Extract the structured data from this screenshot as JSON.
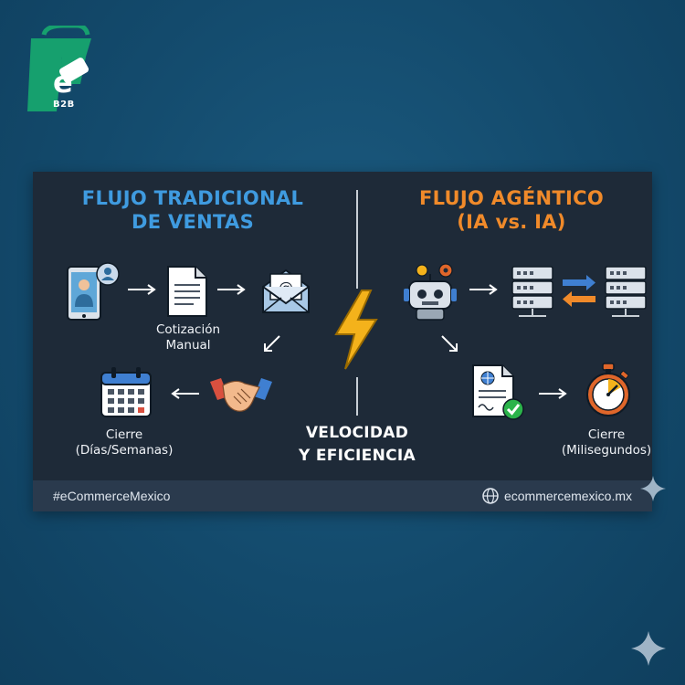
{
  "logo": {
    "letter": "e",
    "sub": "B2B"
  },
  "diagram": {
    "left_title": "FLUJO TRADICIONAL\nDE VENTAS",
    "right_title": "FLUJO AGÉNTICO\n(IA vs. IA)",
    "center_text": "VELOCIDAD\nY EFICIENCIA",
    "traditional_labels": {
      "quote": "Cotización\nManual",
      "close": "Cierre\n(Días/Semanas)"
    },
    "agentic_labels": {
      "close": "Cierre\n(Milisegundos)"
    },
    "icons": [
      "phone-person-icon",
      "document-icon",
      "email-icon",
      "handshake-icon",
      "calendar-icon",
      "lightning-icon",
      "robot-icon",
      "server-icon",
      "exchange-arrows-icon",
      "contract-check-icon",
      "stopwatch-icon"
    ]
  },
  "footer": {
    "hashtag": "#eCommerceMexico",
    "url": "ecommercemexico.mx"
  },
  "colors": {
    "background": "#134a6c",
    "card": "#1e2a38",
    "footer": "#2a3a4d",
    "traditional_title": "#3f9be0",
    "agentic_title": "#f08a2a",
    "logo_green": "#16a06e"
  }
}
